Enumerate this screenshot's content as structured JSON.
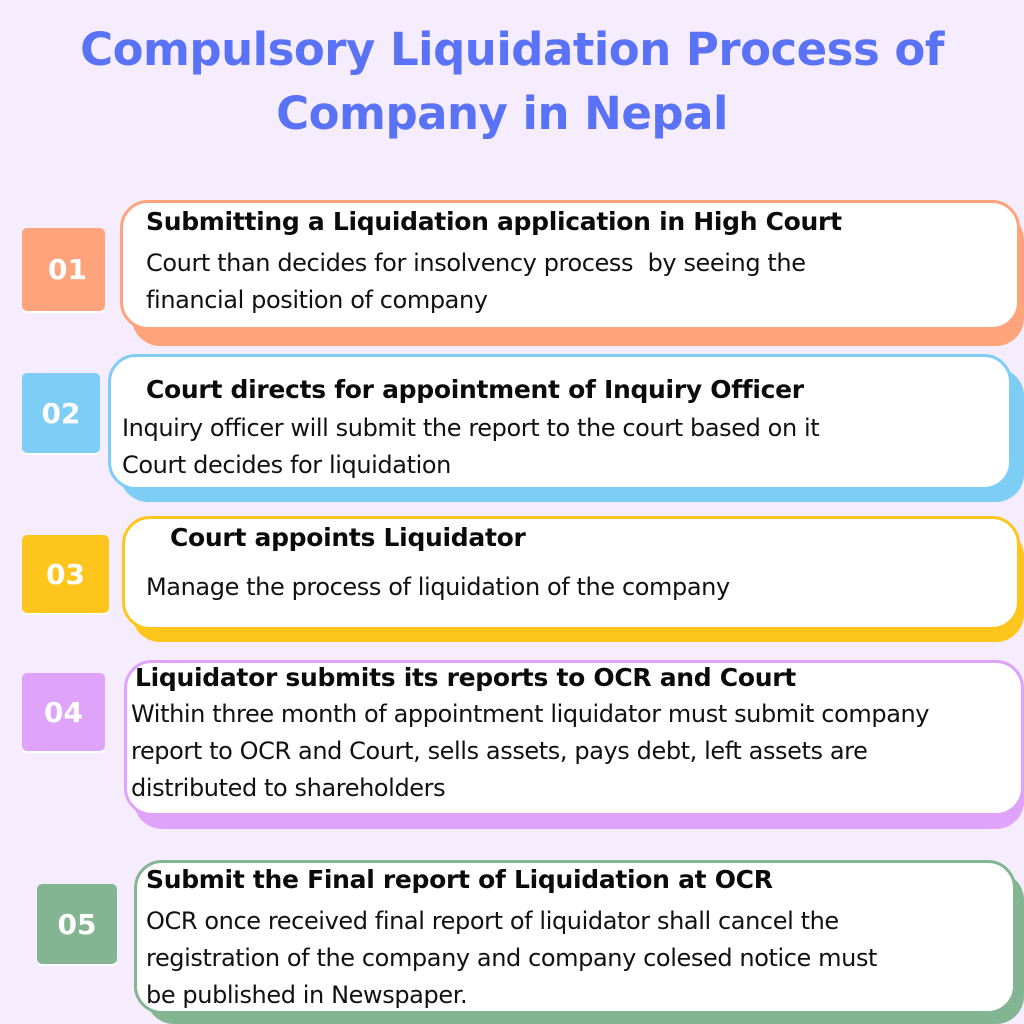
{
  "title": {
    "line1": "Compulsory Liquidation Process of",
    "line2": "Company in Nepal",
    "color": "#5a72f5"
  },
  "steps": [
    {
      "number": "01",
      "title": "Submitting a Liquidation application in High Court",
      "description_lines": [
        "Court than decides for insolvency process  by seeing the",
        "financial position of company"
      ],
      "color": "#fda47c"
    },
    {
      "number": "02",
      "title": "Court directs for appointment of Inquiry Officer",
      "description_lines": [
        "Inquiry officer will submit the report to the court based on it",
        "Court decides for liquidation"
      ],
      "color": "#7ecdf5"
    },
    {
      "number": "03",
      "title": "Court appoints Liquidator",
      "description_lines": [
        "Manage the process of liquidation of the company"
      ],
      "color": "#fec51c"
    },
    {
      "number": "04",
      "title": "Liquidator submits its reports to OCR and Court",
      "description_lines": [
        "Within three month of appointment liquidator must submit company",
        "report to OCR and Court, sells assets, pays debt, left assets are",
        "distributed to shareholders"
      ],
      "color": "#dfa3fa"
    },
    {
      "number": "05",
      "title": "Submit the Final report of Liquidation at OCR",
      "description_lines": [
        "OCR once received final report of liquidator shall cancel the",
        "registration of the company and company colesed notice must",
        "be published in Newspaper."
      ],
      "color": "#84b592"
    }
  ]
}
